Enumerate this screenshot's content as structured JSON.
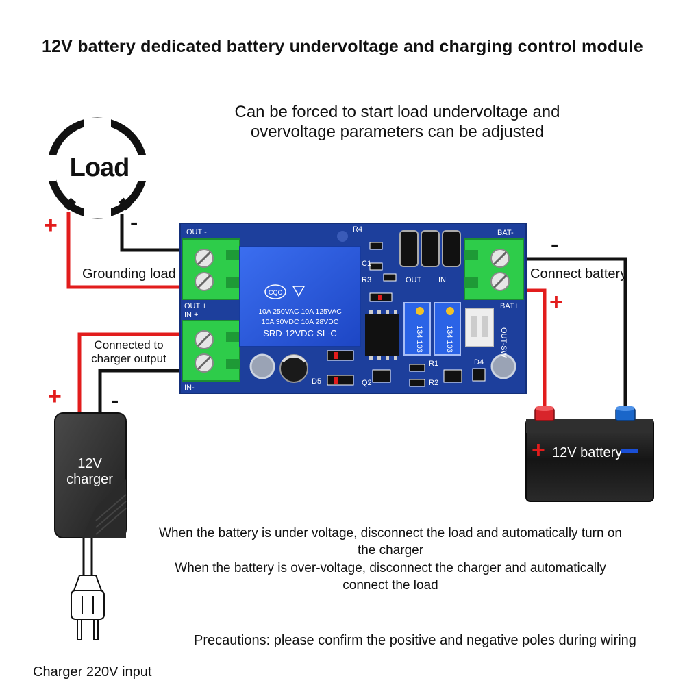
{
  "title": "12V battery dedicated battery undervoltage and charging control module",
  "subtitle": "Can be forced to start load undervoltage and overvoltage parameters can be adjusted",
  "load": {
    "label": "Load",
    "plus": "+",
    "minus": "-"
  },
  "wire_labels": {
    "grounding_load": "Grounding load",
    "connected_to_charger_output": "Connected to charger output",
    "connect_battery": "Connect battery"
  },
  "charger": {
    "label": "12V charger",
    "plus": "+",
    "minus": "-",
    "input_label": "Charger 220V input"
  },
  "battery": {
    "label": "12V battery",
    "plus": "+",
    "minus": "-"
  },
  "module": {
    "relay_lines": [
      "10A 250VAC  10A 125VAC",
      "10A  30VDC  10A 28VDC",
      "SRD-12VDC-SL-C"
    ],
    "relay_logo": "CQC",
    "silkscreen": {
      "out_minus": "OUT -",
      "out_plus": "OUT +",
      "in_plus": "IN +",
      "in_minus": "IN-",
      "bat_minus": "BAT-",
      "bat_plus": "BAT+",
      "out_sw": "OUT-SW",
      "out": "OUT",
      "in": "IN",
      "r4": "R4",
      "r3": "R3",
      "c1": "C1",
      "r1": "R1",
      "r2": "R2",
      "d4": "D4",
      "d5": "D5",
      "q2": "Q2",
      "pot_1": "134 103",
      "pot_2": "134 103"
    }
  },
  "notes": [
    "When the battery is under voltage, disconnect the load and automatically turn on the charger",
    "When the battery is over-voltage, disconnect the charger and automatically connect the load"
  ],
  "precautions": "Precautions: please confirm the positive and negative poles during wiring",
  "colors": {
    "wire_positive": "#e21c1c",
    "wire_negative": "#111111",
    "pcb": "#1d3f9c",
    "terminal": "#2ecc4a",
    "relay": "#2554d6"
  }
}
